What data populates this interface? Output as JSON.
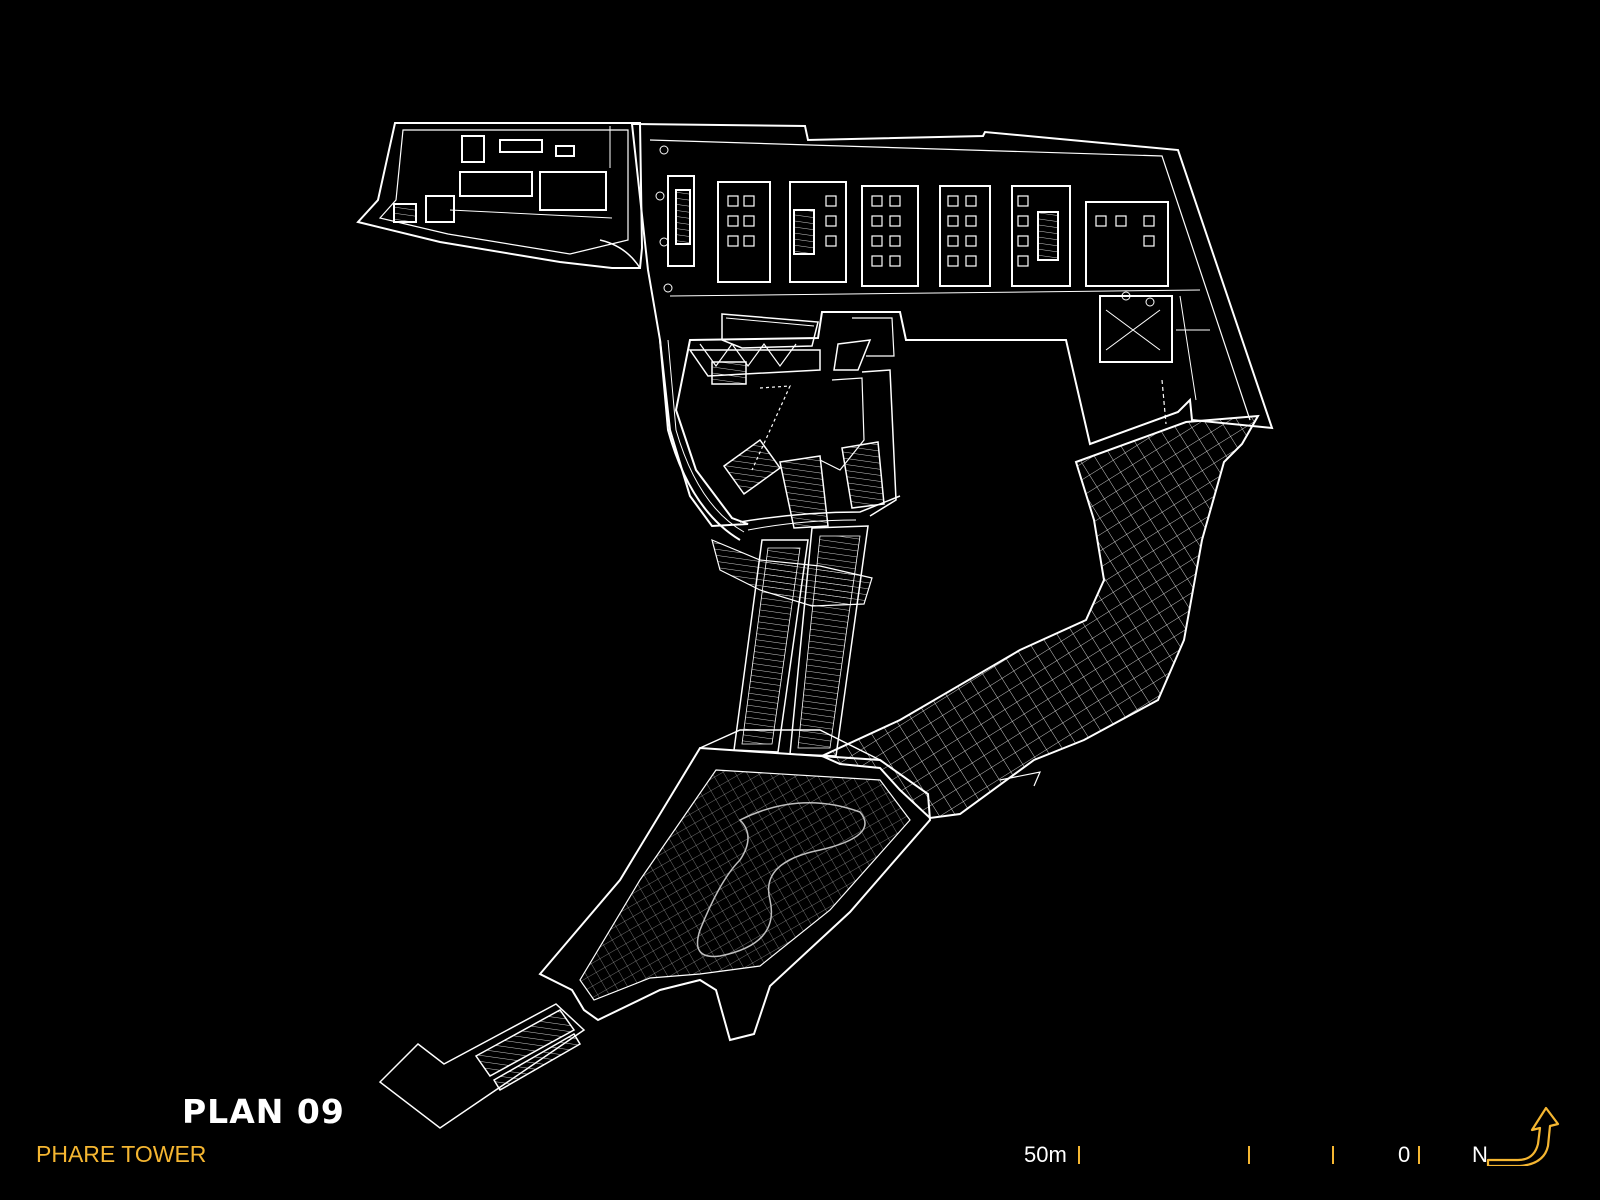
{
  "plan": {
    "title": "PLAN 09",
    "project": "PHARE TOWER"
  },
  "scale_bar": {
    "start_label": "50m",
    "end_label": "0"
  },
  "north": {
    "label": "N",
    "icon": "north-arrow-icon"
  },
  "colors": {
    "background": "#000000",
    "linework": "#ffffff",
    "accent": "#f5b631"
  }
}
